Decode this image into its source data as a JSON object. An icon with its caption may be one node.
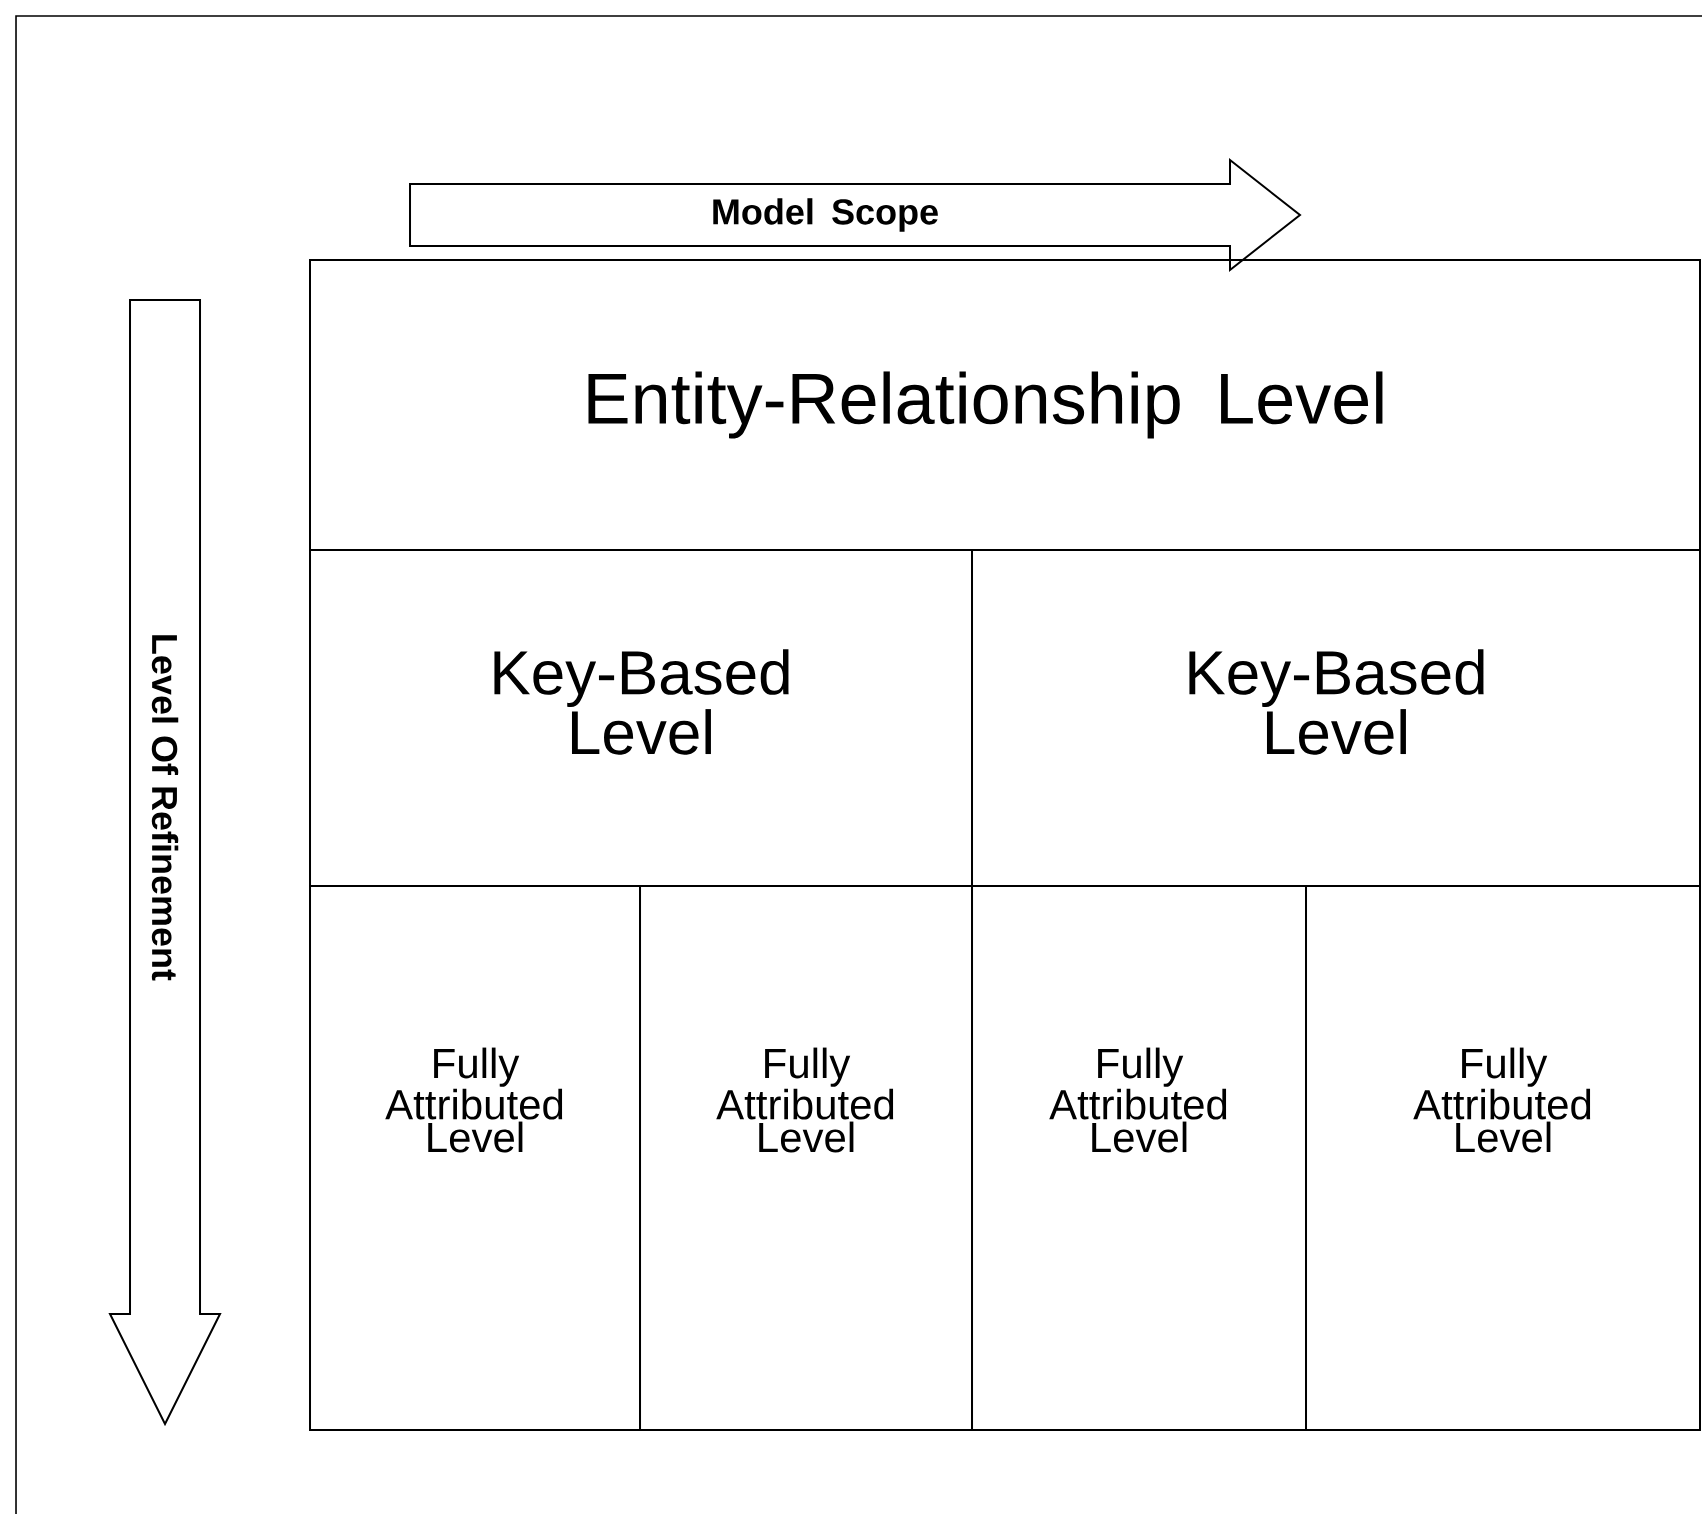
{
  "diagram": {
    "nodes": [
      {
        "text": [
          "Entity-Relationship Level"
        ]
      },
      {
        "text": [
          "Key-Based Level"
        ]
      },
      {
        "text": [
          "Key-Based Level"
        ]
      },
      {
        "text": [
          "Fully Attributed Level"
        ]
      },
      {
        "text": [
          "Fully Attributed Level"
        ]
      },
      {
        "text": [
          "Fully Attributed Level"
        ]
      },
      {
        "text": [
          "Fully Attributed Level"
        ]
      },
      {
        "text": [
          "Model Scope"
        ]
      },
      {
        "text": [
          "Level Of Refinement"
        ]
      }
    ]
  }
}
